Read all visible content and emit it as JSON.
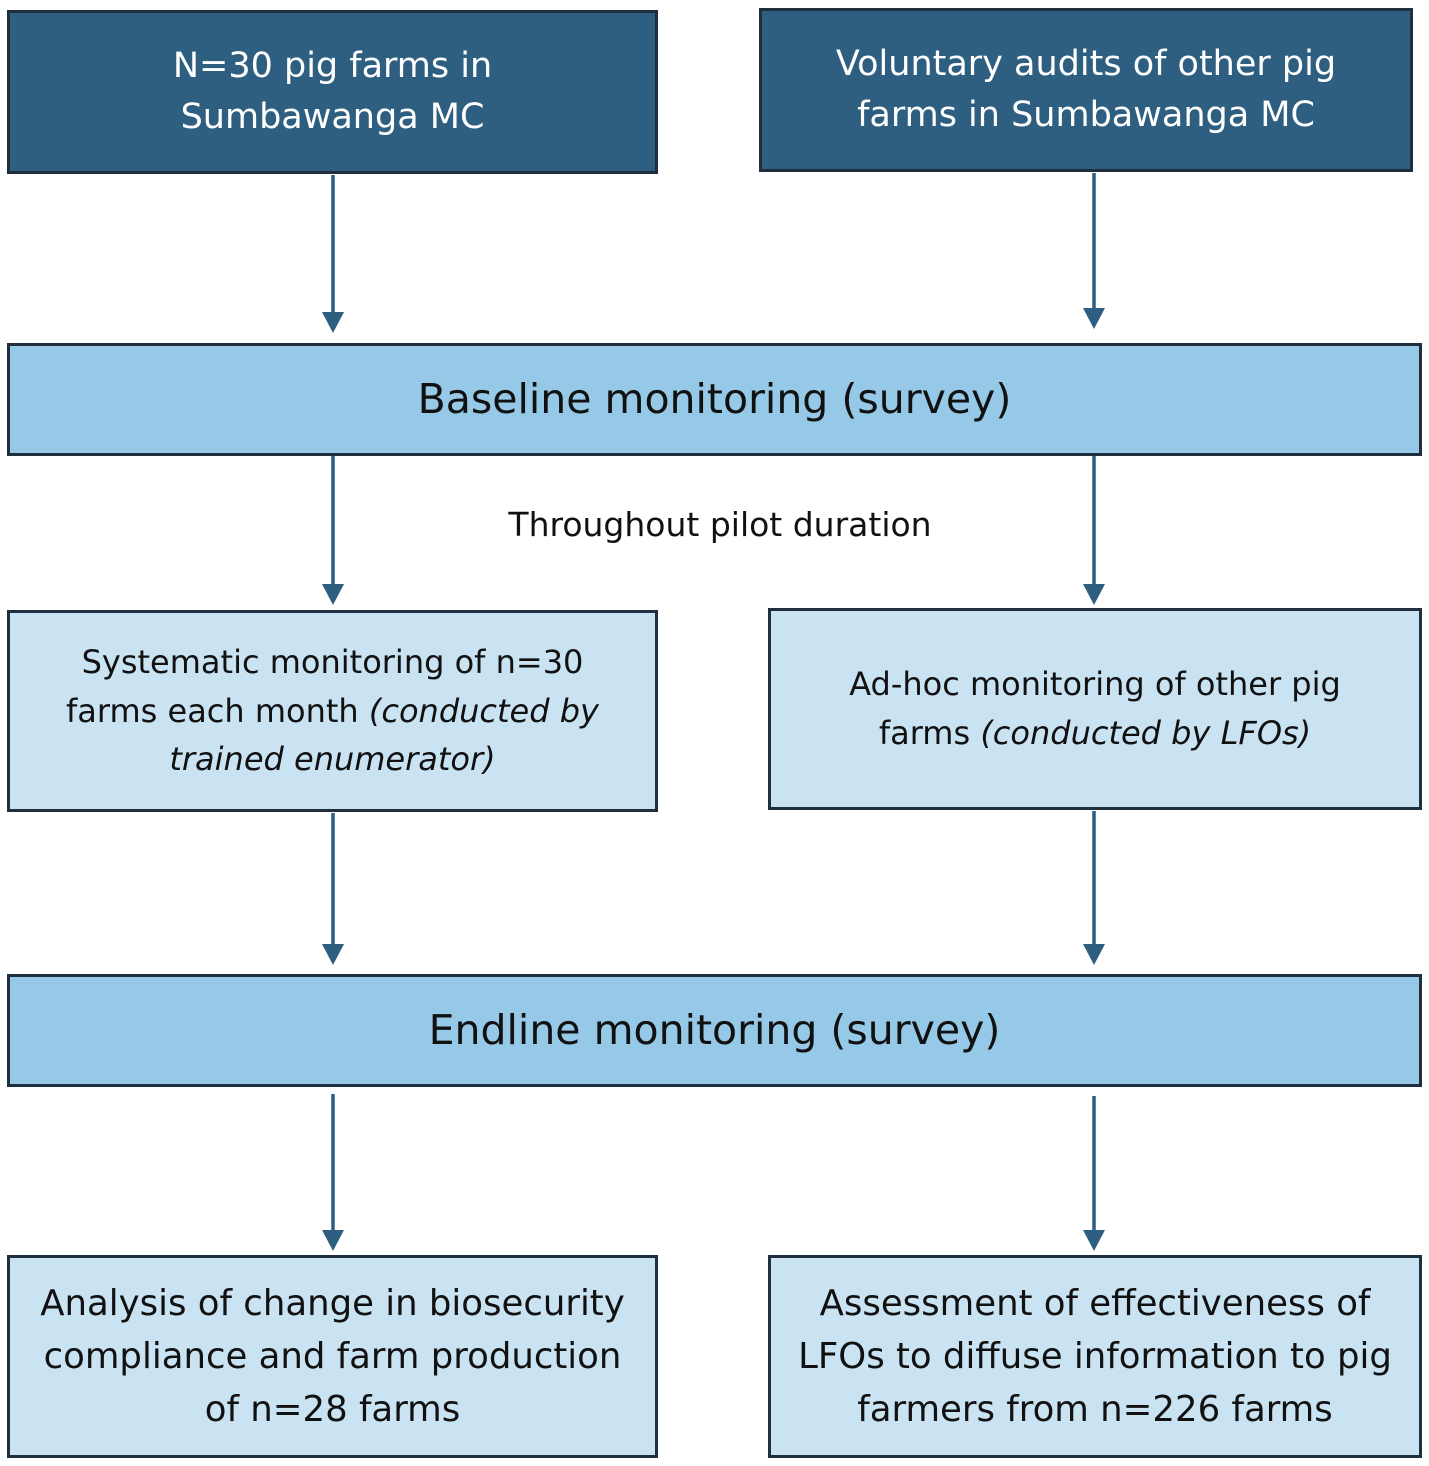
{
  "diagram": {
    "top_left": "N=30 pig farms in Sumbawanga MC",
    "top_right": "Voluntary audits of other pig farms in Sumbawanga MC",
    "baseline": "Baseline monitoring (survey)",
    "duration_label": "Throughout pilot duration",
    "mid_left": {
      "text": "Systematic monitoring of n=30 farms each month",
      "italic": "(conducted by trained enumerator)"
    },
    "mid_right": {
      "text": "Ad-hoc monitoring of other pig farms",
      "italic": "(conducted by LFOs)"
    },
    "endline": "Endline monitoring (survey)",
    "bottom_left": "Analysis of change in biosecurity compliance and farm production of n=28 farms",
    "bottom_right": "Assessment of effectiveness of LFOs to diffuse information to pig farmers from n=226 farms"
  },
  "colors": {
    "dark_box": "#2e5f80",
    "wide_box": "#95c9e7",
    "light_box": "#c9e3f2",
    "arrow": "#2e5f80",
    "border": "#1f2f3d"
  }
}
